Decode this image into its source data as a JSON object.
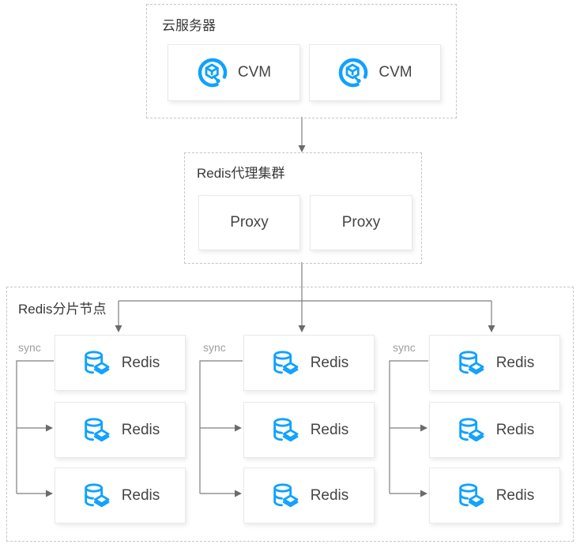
{
  "sections": {
    "cloud_server": {
      "title": "云服务器",
      "nodes": [
        {
          "label": "CVM",
          "icon": "cvm-icon"
        },
        {
          "label": "CVM",
          "icon": "cvm-icon"
        }
      ]
    },
    "proxy_cluster": {
      "title": "Redis代理集群",
      "nodes": [
        {
          "label": "Proxy"
        },
        {
          "label": "Proxy"
        }
      ]
    },
    "shard_nodes": {
      "title": "Redis分片节点",
      "columns": [
        {
          "sync_label": "sync",
          "nodes": [
            {
              "label": "Redis",
              "icon": "redis-database-icon"
            },
            {
              "label": "Redis",
              "icon": "redis-database-icon"
            },
            {
              "label": "Redis",
              "icon": "redis-database-icon"
            }
          ]
        },
        {
          "sync_label": "sync",
          "nodes": [
            {
              "label": "Redis",
              "icon": "redis-database-icon"
            },
            {
              "label": "Redis",
              "icon": "redis-database-icon"
            },
            {
              "label": "Redis",
              "icon": "redis-database-icon"
            }
          ]
        },
        {
          "sync_label": "sync",
          "nodes": [
            {
              "label": "Redis",
              "icon": "redis-database-icon"
            },
            {
              "label": "Redis",
              "icon": "redis-database-icon"
            },
            {
              "label": "Redis",
              "icon": "redis-database-icon"
            }
          ]
        }
      ]
    }
  },
  "colors": {
    "accent_blue": "#0FA2FF",
    "line_gray": "#7F7F7F",
    "arrow_head": "#6B6B6B",
    "dash_border": "#C6C6C6",
    "card_border": "#E9E9E9",
    "title_text": "#383838",
    "node_text": "#454545",
    "sync_text": "#9E9E9E",
    "background": "#FFFFFF"
  }
}
